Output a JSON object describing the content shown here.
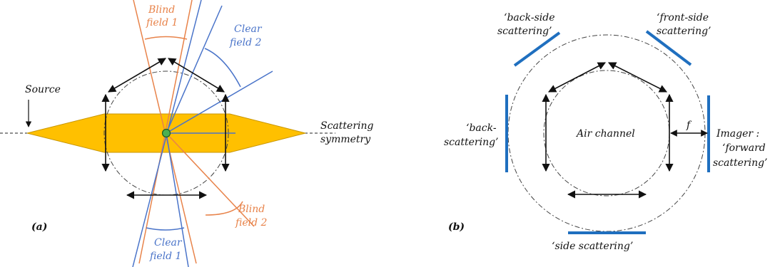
{
  "panel_a": {
    "tag": "(a)",
    "source": "Source",
    "scattering_line1": "Scattering",
    "scattering_line2": "symmetry",
    "blind1_line1": "Blind",
    "blind1_line2": "field 1",
    "blind2_line1": "Blind",
    "blind2_line2": "field 2",
    "clear2_line1": "Clear",
    "clear2_line2": "field 2",
    "clear1_line1": "Clear",
    "clear1_line2": "field 1"
  },
  "panel_b": {
    "tag": "(b)",
    "backside_line1": "‘back-side",
    "backside_line2": "scattering’",
    "frontside_line1": "‘front-side",
    "frontside_line2": "scattering’",
    "back_line1": "‘back-",
    "back_line2": "scattering’",
    "imager_line1": "Imager :",
    "imager_line2": "‘forward",
    "imager_line3": "scattering’",
    "air_channel": "Air channel",
    "f": "f",
    "side": "‘side scattering’"
  },
  "colors": {
    "beam": "#ffc000",
    "blind": "#e8834a",
    "clear": "#4a74c9",
    "imager_bar": "#1f6fbf",
    "center_dot": "#4caf50"
  }
}
